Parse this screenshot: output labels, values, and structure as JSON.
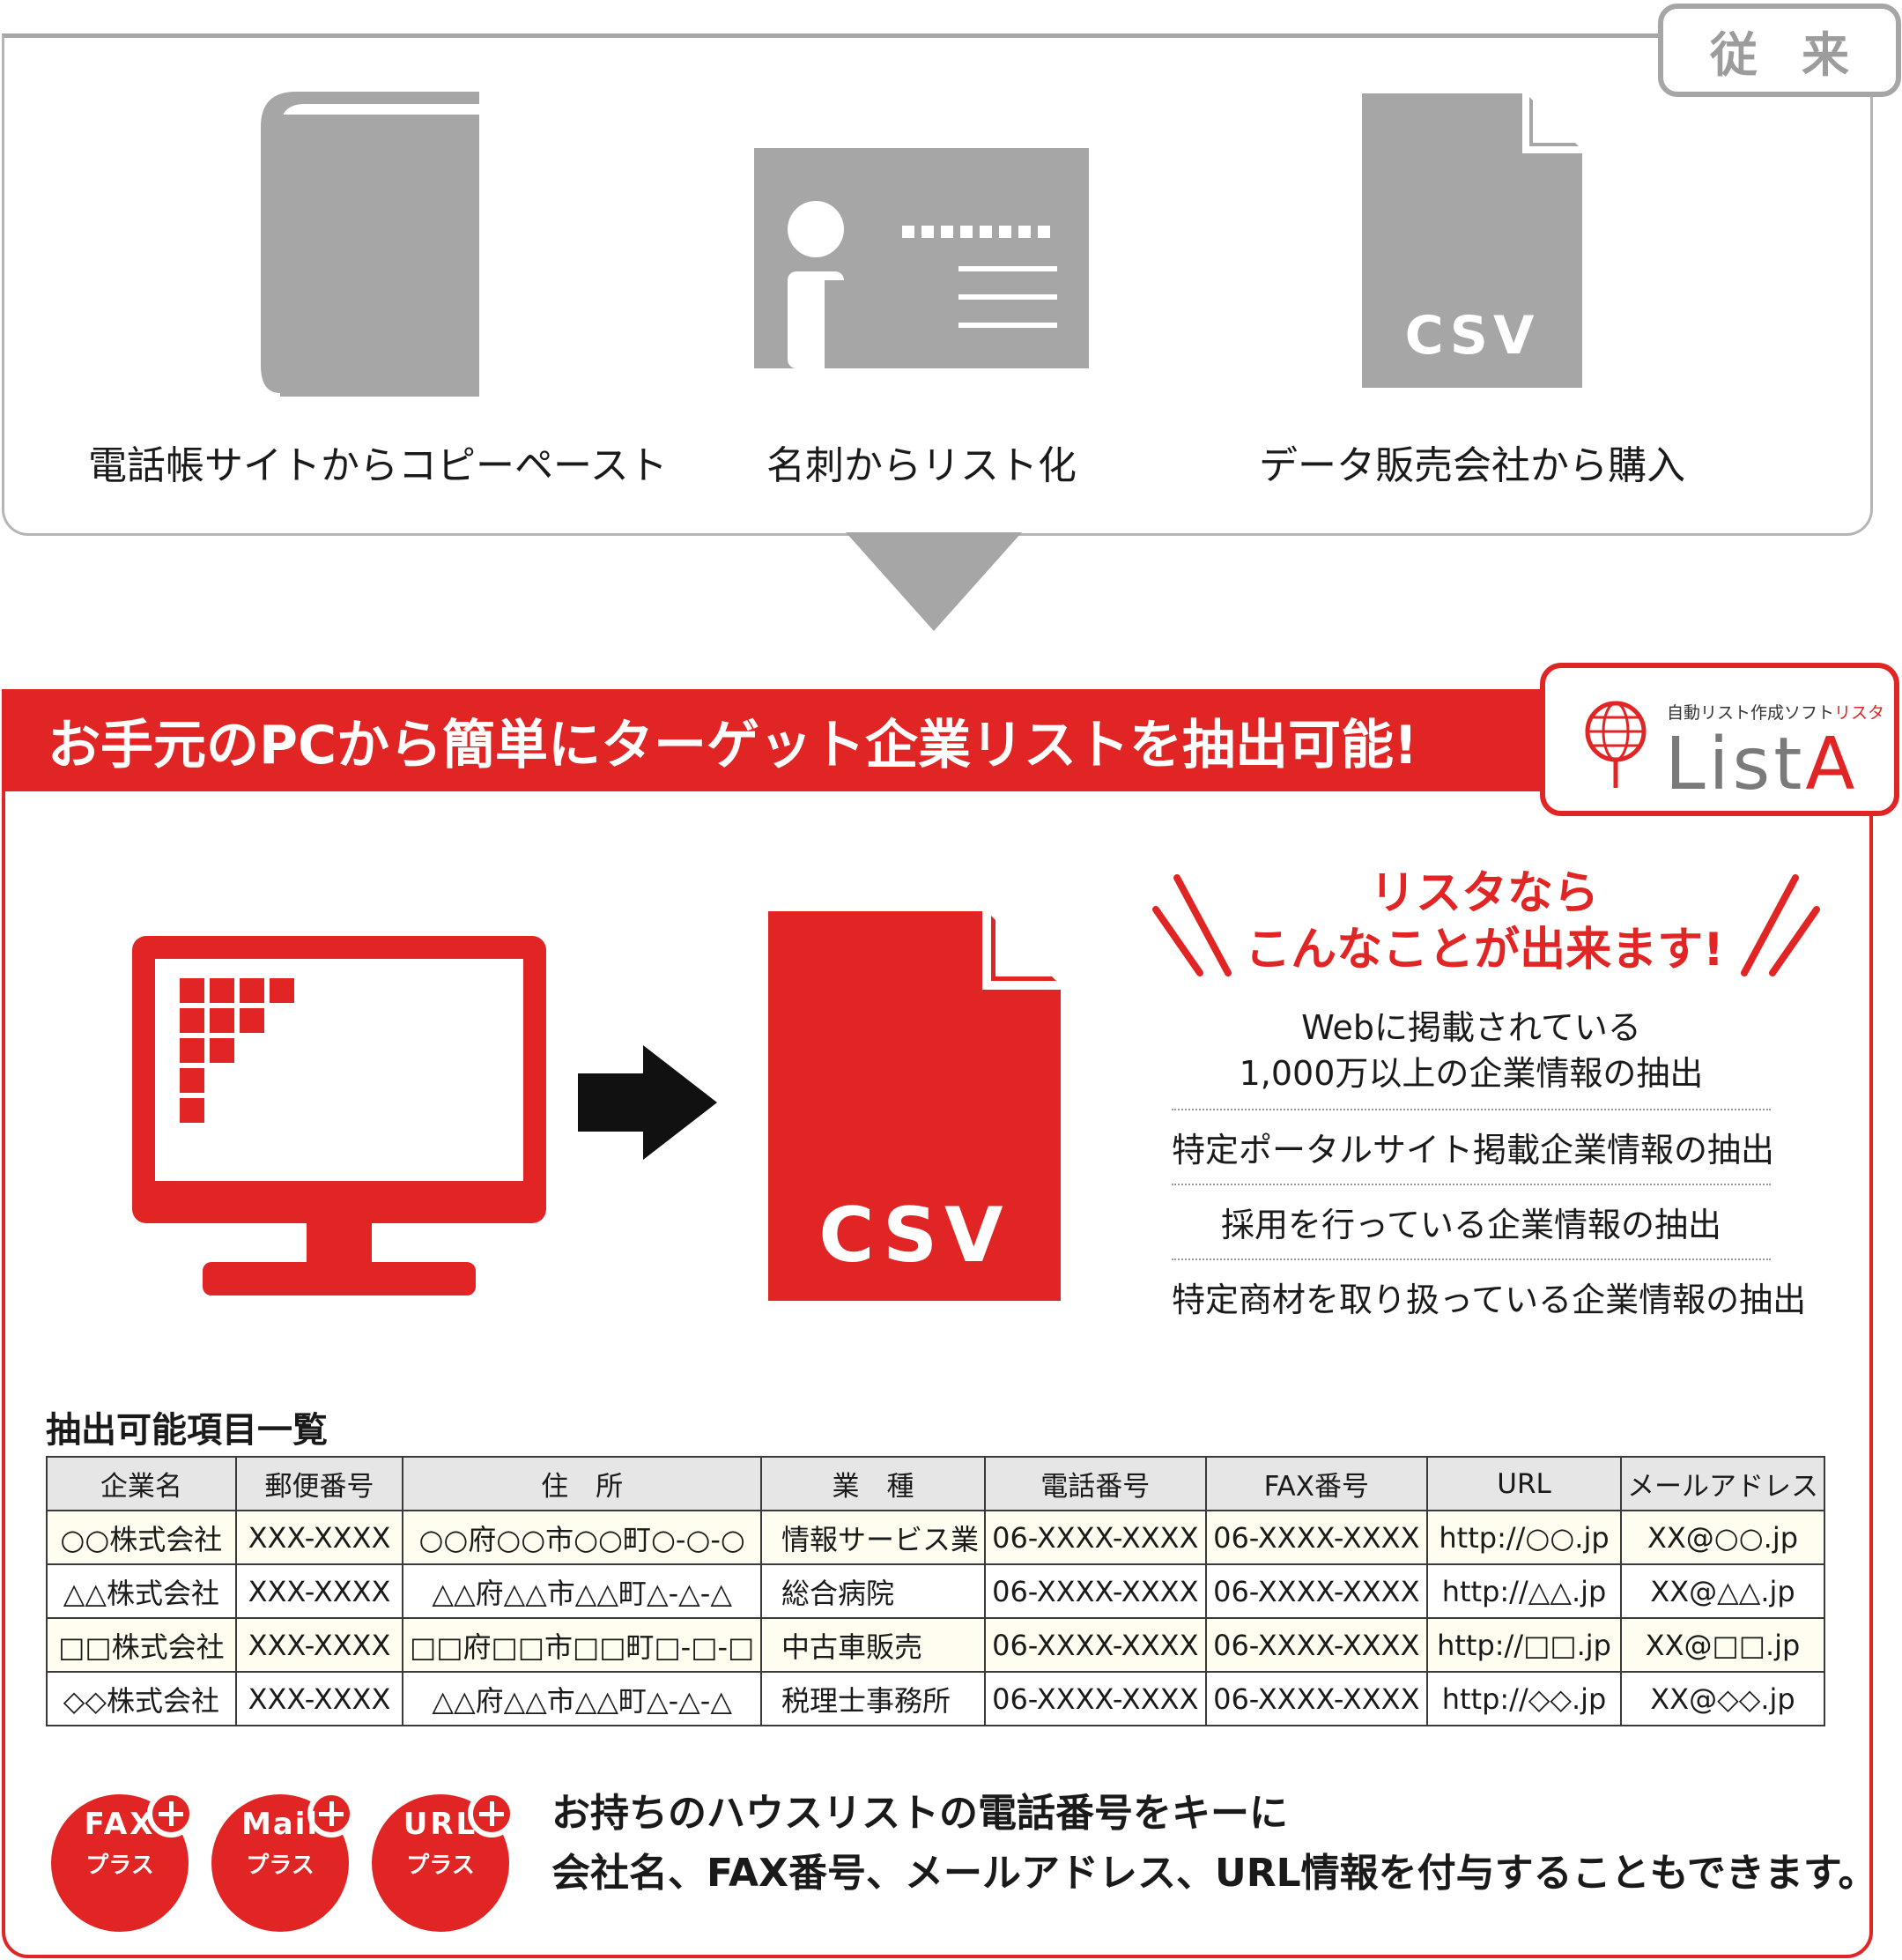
{
  "traditional": {
    "tag": "従来",
    "items": [
      {
        "icon": "phonebook-icon",
        "label": "電話帳サイトからコピーペースト"
      },
      {
        "icon": "business-card-icon",
        "label": "名刺からリスト化"
      },
      {
        "icon": "csv-file-icon",
        "label": "データ販売会社から購入",
        "icon_text": "CSV"
      }
    ]
  },
  "lista": {
    "banner": "お手元のPCから簡単にターゲット企業リストを抽出可能!",
    "logo": {
      "sub_black": "自動リスト作成ソフト",
      "sub_red": "リスタ",
      "name_gray": "List",
      "name_red": "A"
    },
    "csv_icon_text": "CSV",
    "catch": {
      "line1": "リスタなら",
      "line2": "こんなことが出来ます!"
    },
    "features": [
      {
        "line1": "Webに掲載されている",
        "line2": "1,000万以上の企業情報の抽出"
      },
      {
        "line1": "特定ポータルサイト掲載企業情報の抽出"
      },
      {
        "line1": "採用を行っている企業情報の抽出"
      },
      {
        "line1": "特定商材を取り扱っている企業情報の抽出"
      }
    ],
    "table": {
      "title": "抽出可能項目一覧",
      "headers": [
        "企業名",
        "郵便番号",
        "住　所",
        "業　種",
        "電話番号",
        "FAX番号",
        "URL",
        "メールアドレス"
      ],
      "rows": [
        [
          "○○株式会社",
          "XXX-XXXX",
          "○○府○○市○○町○-○-○",
          "情報サービス業",
          "06-XXXX-XXXX",
          "06-XXXX-XXXX",
          "http://○○.jp",
          "XX@○○.jp"
        ],
        [
          "△△株式会社",
          "XXX-XXXX",
          "△△府△△市△△町△-△-△",
          "総合病院",
          "06-XXXX-XXXX",
          "06-XXXX-XXXX",
          "http://△△.jp",
          "XX@△△.jp"
        ],
        [
          "□□株式会社",
          "XXX-XXXX",
          "□□府□□市□□町□-□-□",
          "中古車販売",
          "06-XXXX-XXXX",
          "06-XXXX-XXXX",
          "http://□□.jp",
          "XX@□□.jp"
        ],
        [
          "◇◇株式会社",
          "XXX-XXXX",
          "△△府△△市△△町△-△-△",
          "税理士事務所",
          "06-XXXX-XXXX",
          "06-XXXX-XXXX",
          "http://◇◇.jp",
          "XX@◇◇.jp"
        ]
      ]
    },
    "badges": [
      {
        "top": "FAX",
        "bottom": "プラス"
      },
      {
        "top": "Mail",
        "bottom": "プラス"
      },
      {
        "top": "URL",
        "bottom": "プラス"
      }
    ],
    "plus_note": {
      "line1": "お持ちのハウスリストの電話番号をキーに",
      "line2": "会社名、FAX番号、メールアドレス、URL情報を付与することもできます。"
    }
  },
  "colors": {
    "accent": "#e12424",
    "gray": "#a6a6a6"
  }
}
